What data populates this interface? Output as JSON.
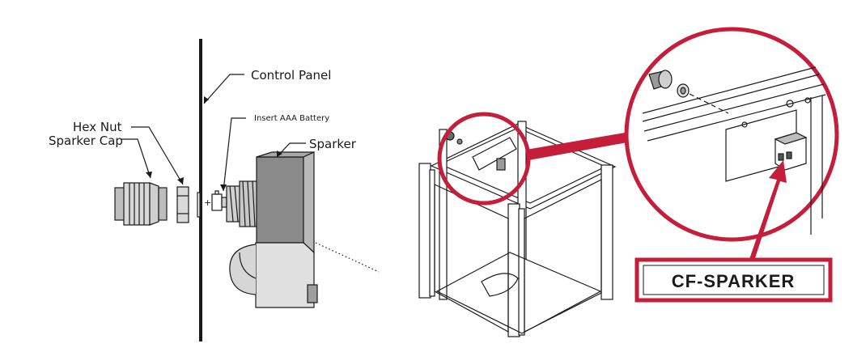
{
  "exploded_view": {
    "labels": {
      "control_panel": "Control Panel",
      "insert_battery": "Insert AAA Battery",
      "hex_nut": "Hex Nut",
      "sparker_cap": "Sparker Cap",
      "sparker": "Sparker",
      "polarity_mark": "+"
    }
  },
  "callout": {
    "label": "CF-SPARKER",
    "accent_color": "#c41e3a"
  },
  "colors": {
    "line": "#1a1a1a",
    "fill_gray": "#d9d9d9",
    "fill_dark": "#8a8a8a",
    "accent": "#c41e3a"
  }
}
